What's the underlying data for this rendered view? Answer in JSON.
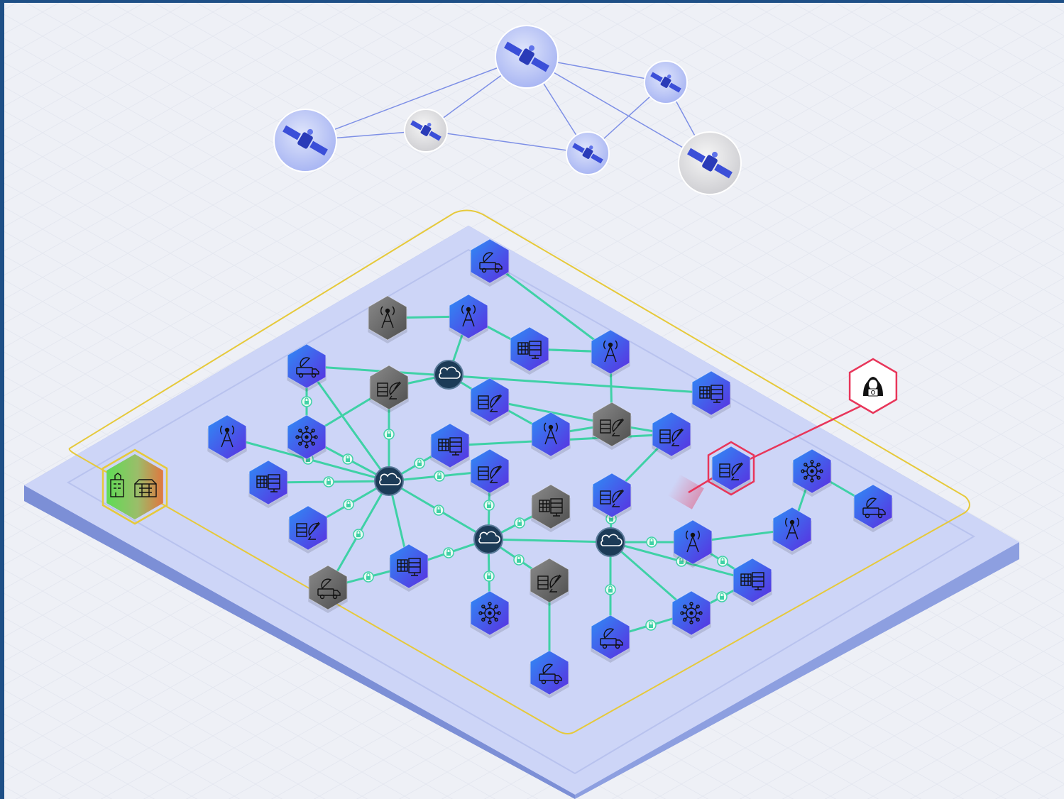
{
  "colors": {
    "frame": "#1e4f86",
    "background": "#eef0f6",
    "platform_top": "#cdd5f7",
    "platform_side": "#8d9fe0",
    "boundary": "#e6c93a",
    "link": "#3fd1a6",
    "satellite_link": "#7d8fe6",
    "threat": "#e8365a",
    "node_blue": "#3f56ec",
    "node_gray": "#707070",
    "hub": "#1c3b57",
    "external_building": "#6fcf5b"
  },
  "icons": {
    "satellite": "satellite-icon",
    "tower": "radio-tower-icon",
    "datacenter": "server-rack-icon",
    "dish": "satellite-dish-server-icon",
    "vehicle": "satellite-truck-icon",
    "virus": "virus-icon",
    "cloud": "cloud-icon",
    "lock": "lock-icon",
    "hacker": "hacker-icon",
    "building": "factory-building-icon"
  },
  "satellites": [
    {
      "id": "s1",
      "style": "blue"
    },
    {
      "id": "s2",
      "style": "gray"
    },
    {
      "id": "s3",
      "style": "blue"
    },
    {
      "id": "s4",
      "style": "blue"
    },
    {
      "id": "s5",
      "style": "blue"
    },
    {
      "id": "s6",
      "style": "gray"
    }
  ],
  "satellite_links": [
    [
      "s1",
      "s2"
    ],
    [
      "s1",
      "s3"
    ],
    [
      "s2",
      "s3"
    ],
    [
      "s2",
      "s5"
    ],
    [
      "s3",
      "s4"
    ],
    [
      "s3",
      "s5"
    ],
    [
      "s3",
      "s6"
    ],
    [
      "s4",
      "s5"
    ],
    [
      "s4",
      "s6"
    ]
  ],
  "hubs": [
    "h1",
    "h2",
    "h3",
    "h4"
  ],
  "nodes": [
    {
      "id": "n1",
      "type": "vehicle",
      "style": "blue"
    },
    {
      "id": "n2",
      "type": "tower",
      "style": "gray"
    },
    {
      "id": "n3",
      "type": "tower",
      "style": "blue"
    },
    {
      "id": "n4",
      "type": "datacenter",
      "style": "blue"
    },
    {
      "id": "n5",
      "type": "tower",
      "style": "blue"
    },
    {
      "id": "n6",
      "type": "vehicle",
      "style": "blue"
    },
    {
      "id": "n7",
      "type": "dish",
      "style": "gray"
    },
    {
      "id": "n8",
      "type": "dish",
      "style": "blue"
    },
    {
      "id": "n9",
      "type": "datacenter",
      "style": "blue"
    },
    {
      "id": "n10",
      "type": "tower",
      "style": "blue"
    },
    {
      "id": "n11",
      "type": "virus",
      "style": "blue"
    },
    {
      "id": "n12",
      "type": "tower",
      "style": "blue"
    },
    {
      "id": "n13",
      "type": "dish",
      "style": "gray"
    },
    {
      "id": "n14",
      "type": "dish",
      "style": "blue"
    },
    {
      "id": "n15",
      "type": "datacenter",
      "style": "blue"
    },
    {
      "id": "n16",
      "type": "datacenter",
      "style": "blue"
    },
    {
      "id": "n17",
      "type": "dish",
      "style": "blue"
    },
    {
      "id": "n18",
      "type": "datacenter",
      "style": "gray"
    },
    {
      "id": "n19",
      "type": "dish",
      "style": "blue"
    },
    {
      "id": "n20",
      "type": "dish",
      "style": "blue",
      "compromised": true
    },
    {
      "id": "n21",
      "type": "virus",
      "style": "blue"
    },
    {
      "id": "n22",
      "type": "dish",
      "style": "blue"
    },
    {
      "id": "n23",
      "type": "vehicle",
      "style": "gray"
    },
    {
      "id": "n24",
      "type": "datacenter",
      "style": "blue"
    },
    {
      "id": "n25",
      "type": "dish",
      "style": "gray"
    },
    {
      "id": "n26",
      "type": "tower",
      "style": "blue"
    },
    {
      "id": "n27",
      "type": "tower",
      "style": "blue"
    },
    {
      "id": "n28",
      "type": "vehicle",
      "style": "blue"
    },
    {
      "id": "n29",
      "type": "datacenter",
      "style": "blue"
    },
    {
      "id": "n30",
      "type": "virus",
      "style": "blue"
    },
    {
      "id": "n31",
      "type": "vehicle",
      "style": "blue"
    },
    {
      "id": "n32",
      "type": "virus",
      "style": "blue"
    },
    {
      "id": "n33",
      "type": "vehicle",
      "style": "blue"
    }
  ],
  "links": [
    [
      "n1",
      "n5"
    ],
    [
      "n2",
      "n3"
    ],
    [
      "n3",
      "h1"
    ],
    [
      "n3",
      "n4"
    ],
    [
      "n4",
      "n5"
    ],
    [
      "n5",
      "n4"
    ],
    [
      "h1",
      "n7"
    ],
    [
      "h1",
      "n8"
    ],
    [
      "n5",
      "n13"
    ],
    [
      "n8",
      "n13"
    ],
    [
      "n8",
      "n10"
    ],
    [
      "n10",
      "n13"
    ],
    [
      "n13",
      "n14"
    ],
    [
      "n14",
      "n15"
    ],
    [
      "n14",
      "n19"
    ],
    [
      "n6",
      "n11"
    ],
    [
      "n6",
      "n9"
    ],
    [
      "n6",
      "h2"
    ],
    [
      "n7",
      "n11"
    ],
    [
      "n7",
      "h2"
    ],
    [
      "n11",
      "h2"
    ],
    [
      "n12",
      "h2"
    ],
    [
      "n16",
      "h2"
    ],
    [
      "h2",
      "n17"
    ],
    [
      "h2",
      "h3"
    ],
    [
      "h2",
      "n22"
    ],
    [
      "h2",
      "n23"
    ],
    [
      "h2",
      "n24"
    ],
    [
      "n23",
      "n24"
    ],
    [
      "h2",
      "n15"
    ],
    [
      "n17",
      "h3"
    ],
    [
      "h3",
      "n24"
    ],
    [
      "h3",
      "n30"
    ],
    [
      "h3",
      "n25"
    ],
    [
      "h3",
      "n18"
    ],
    [
      "h3",
      "h4"
    ],
    [
      "n25",
      "n31"
    ],
    [
      "h4",
      "n19"
    ],
    [
      "h4",
      "n26"
    ],
    [
      "h4",
      "n33"
    ],
    [
      "h4",
      "n29"
    ],
    [
      "h4",
      "n32"
    ],
    [
      "n26",
      "n27"
    ],
    [
      "n26",
      "n29"
    ],
    [
      "n29",
      "n32"
    ],
    [
      "n32",
      "n33"
    ],
    [
      "n27",
      "n21"
    ],
    [
      "n21",
      "n28"
    ]
  ],
  "threat": {
    "source": "hacker",
    "target": "n20"
  },
  "external": [
    {
      "id": "ext1",
      "type": "building",
      "style": "gradient"
    }
  ]
}
